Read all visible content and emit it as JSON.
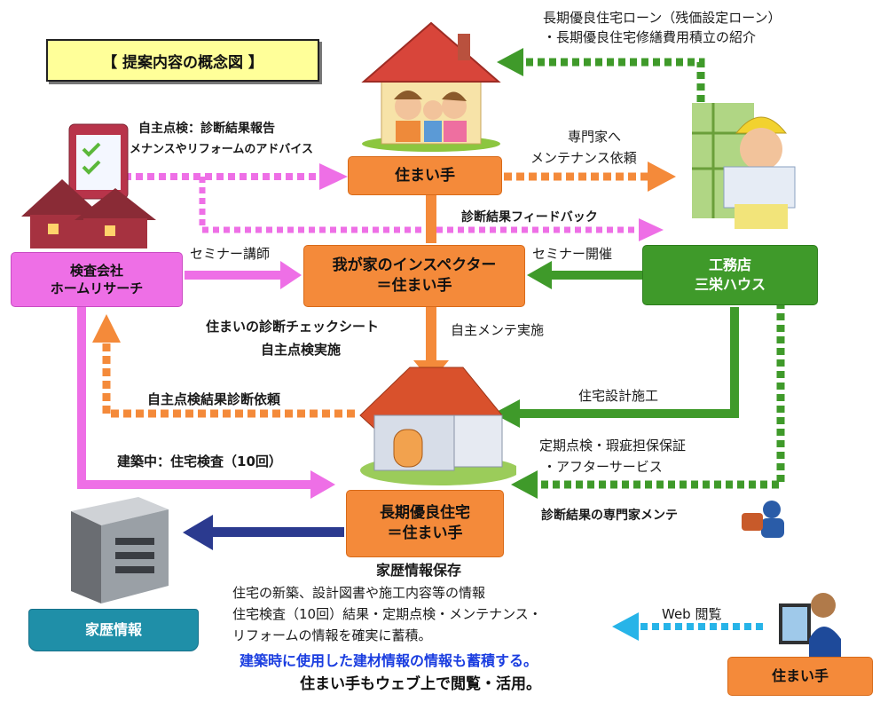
{
  "title": "【 提案内容の概念図 】",
  "top_right": {
    "line1": "長期優良住宅ローン（残価設定ローン）",
    "line2": "・長期優良住宅修繕費用積立の紹介"
  },
  "nodes": {
    "resident_top": "住まい手",
    "inspector": {
      "line1": "我が家のインスペクター",
      "line2": "＝住まい手"
    },
    "inspection_company": {
      "line1": "検査会社",
      "line2": "ホームリサーチ"
    },
    "builder": {
      "line1": "工務店",
      "line2": "三栄ハウス"
    },
    "longterm_house": {
      "line1": "長期優良住宅",
      "line2": "＝住まい手"
    },
    "history_db": "家歴情報",
    "resident_bottom": "住まい手"
  },
  "labels": {
    "self_check_report": "自主点検：診断結果報告",
    "maintenance_advice": "メナンスやリフォームのアドバイス",
    "to_expert_1": "専門家へ",
    "to_expert_2": "メンテナンス依頼",
    "diagnosis_feedback": "診断結果フィードバック",
    "seminar_lecturer": "セミナー講師",
    "seminar_held": "セミナー開催",
    "checksheet_1": "住まいの診断チェックシート",
    "checksheet_2": "自主点検実施",
    "self_maintenance": "自主メンテ実施",
    "self_check_request": "自主点検結果診断依頼",
    "design_construction": "住宅設計施工",
    "periodic_1": "定期点検・瑕疵担保保証",
    "periodic_2": "・アフターサービス",
    "construction_inspection": "建築中：住宅検査（10回）",
    "expert_maintenance": "診断結果の専門家メンテ",
    "history_save": "家歴情報保存",
    "info_1": "住宅の新築、設計図書や施工内容等の情報",
    "info_2": "住宅検査（10回）結果・定期点検・メンテナンス・",
    "info_3": "リフォームの情報を確実に蓄積。",
    "highlight_blue": "建築時に使用した建材情報の情報も蓄積する。",
    "highlight_black": "住まい手もウェブ上で閲覧・活用。",
    "web_view": "Web 閲覧"
  },
  "colors": {
    "orange": "#f48a3a",
    "pink": "#ee6fe6",
    "green": "#3f9a2a",
    "navy": "#2b3a8f",
    "cyan": "#27b4e8",
    "blue_text": "#1a3de0"
  },
  "icons": [
    "house-family-icon",
    "builder-worker-icon",
    "clipboard-house-icon",
    "inspection-house-icon",
    "server-icon",
    "phone-operator-icon",
    "pc-user-icon"
  ]
}
